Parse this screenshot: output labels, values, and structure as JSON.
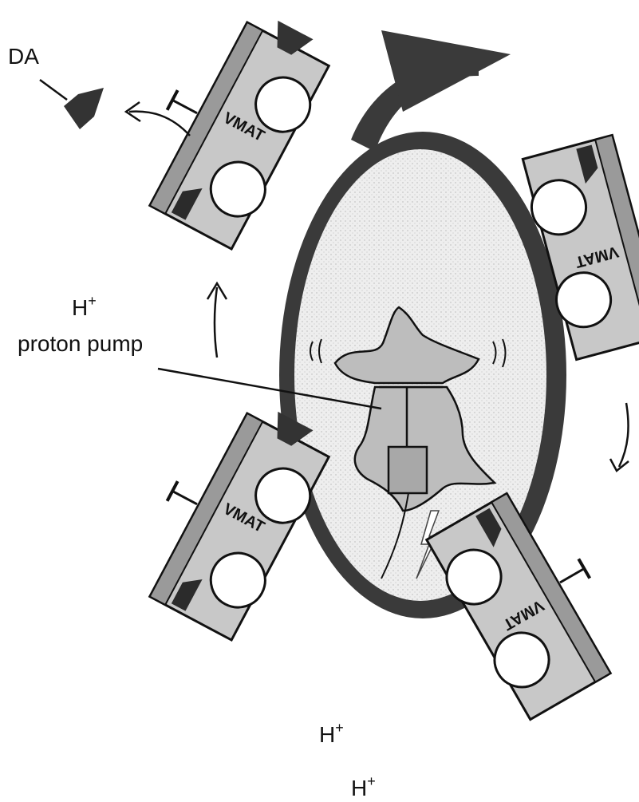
{
  "labels": {
    "da": "DA",
    "proton_pump_h": "H",
    "proton_pump_sup": "+",
    "proton_pump_name": "proton pump",
    "h_outside_1": "H",
    "h_outside_1_sup": "+",
    "h_outside_2": "H",
    "h_outside_2_sup": "+"
  },
  "transporters": [
    {
      "label": "VMAT",
      "substrate": "dopamine"
    },
    {
      "label": "VMAT",
      "substrate": ""
    },
    {
      "label": "VMAT",
      "substrate": "dopamine"
    },
    {
      "label": "VMAT",
      "substrate": ""
    }
  ],
  "colors": {
    "membrane": "#3a3a3a",
    "lumen": "#e9e9e9",
    "pump": "#bdbdbd",
    "transporter": "#c8c8c8",
    "dark": "#2b2b2b",
    "line": "#111111"
  }
}
